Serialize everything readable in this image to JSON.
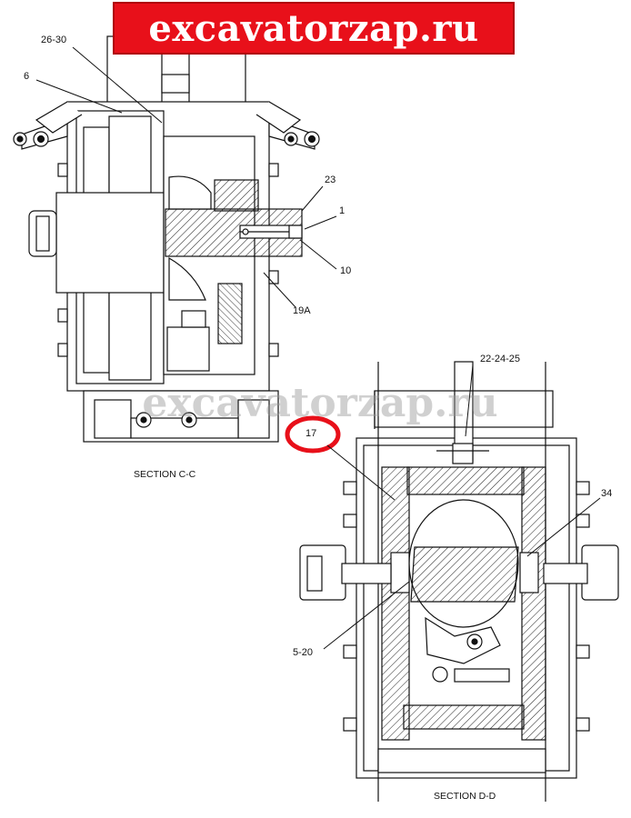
{
  "banner": {
    "text": "excavatorzap.ru",
    "color": "#e8101a"
  },
  "watermark": {
    "text": "excavatorzap.ru"
  },
  "section_cc": {
    "caption": "SECTION C-C",
    "callouts": {
      "c1": "26-30",
      "c2": "6",
      "c3": "23",
      "c4": "1",
      "c5": "10",
      "c6": "19A"
    }
  },
  "section_dd": {
    "caption": "SECTION D-D",
    "callouts": {
      "c1": "22-24-25",
      "c2": "17",
      "c3": "34",
      "c4": "5-20"
    },
    "highlight_color": "#e8101a"
  }
}
